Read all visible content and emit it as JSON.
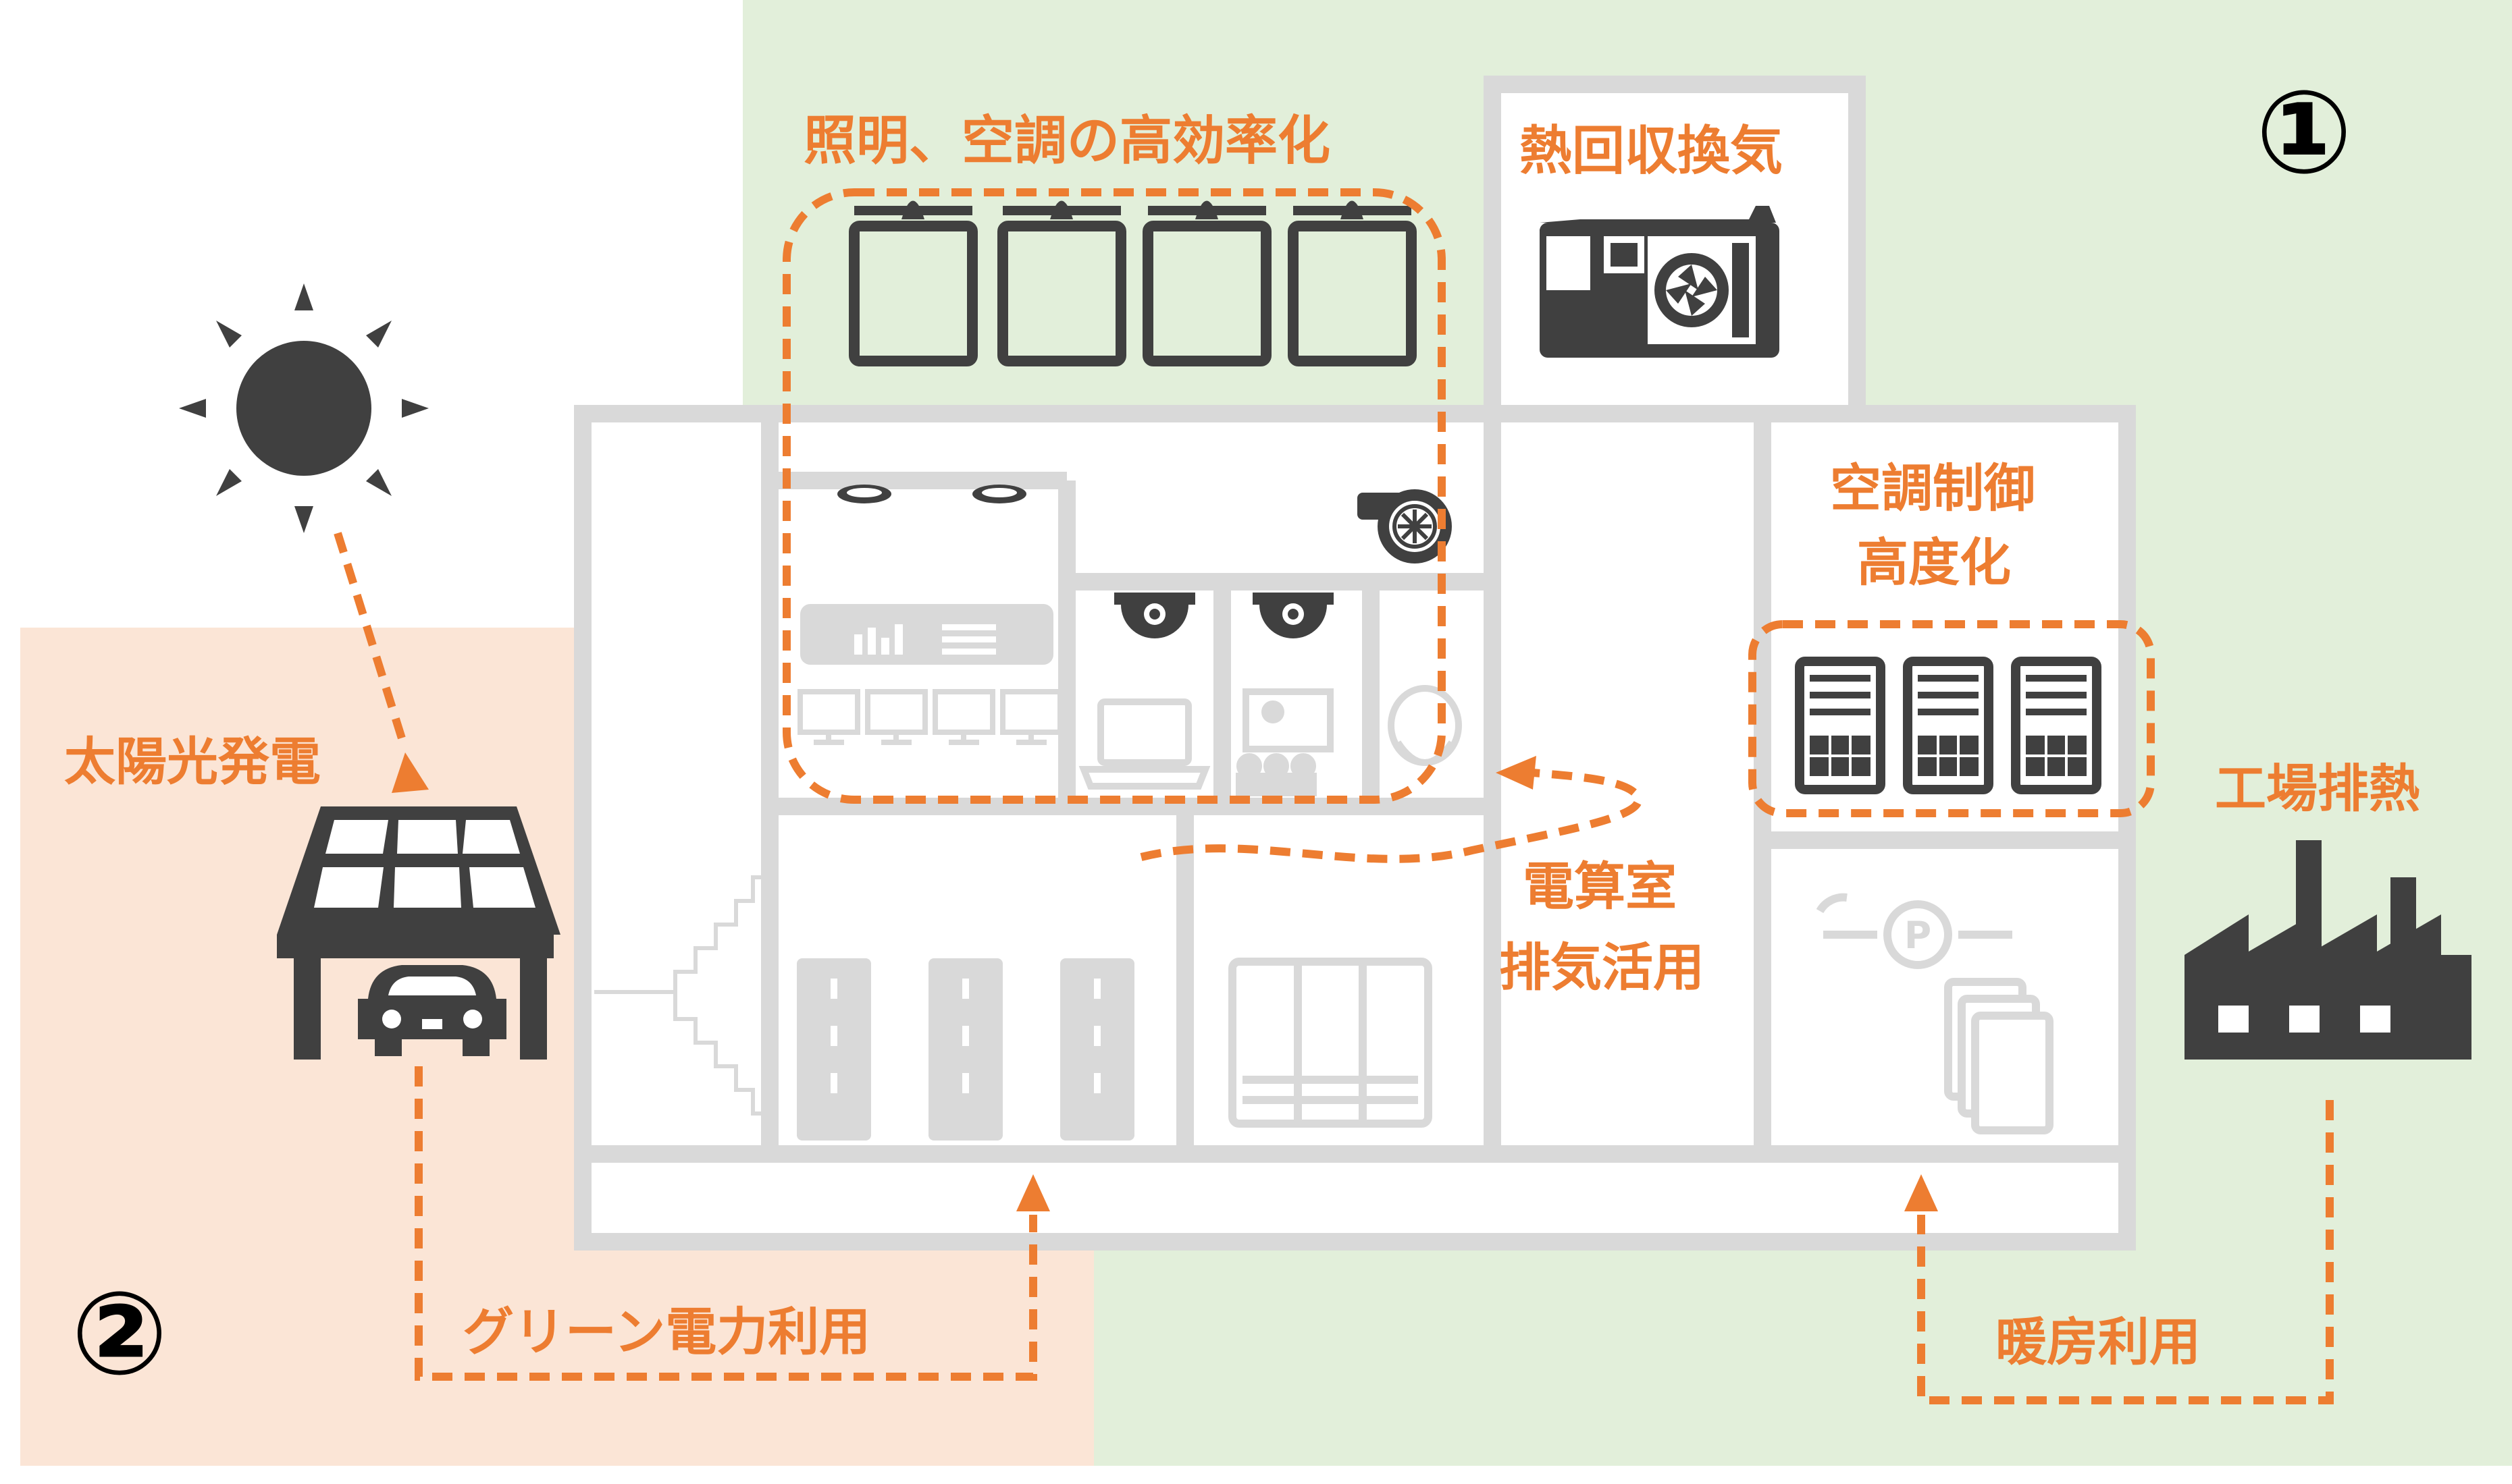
{
  "labels": {
    "lighting_hvac": "照明、空調の高効率化",
    "heat_recovery": "熱回収換気",
    "hvac_control_1": "空調制御",
    "hvac_control_2": "高度化",
    "solar": "太陽光発電",
    "factory_heat": "工場排熱",
    "computer_room_1": "電算室",
    "computer_room_2": "排気活用",
    "green_power": "グリーン電力利用",
    "heating": "暖房利用"
  },
  "markers": {
    "one": "①",
    "two": "②"
  },
  "colors": {
    "accent": "#ED7D31",
    "green_zone": "#E2EFDA",
    "orange_zone": "#FBE5D6",
    "icon_dark": "#404040",
    "building_gray": "#D9D9D9"
  },
  "icons": [
    "sun-icon",
    "solar-panel-icon",
    "car-icon",
    "factory-icon",
    "ventilator-icon",
    "server-rack-icon",
    "ceiling-light-icon",
    "fan-icon",
    "camera-icon",
    "laptop-icon",
    "monitor-icon",
    "heat-pump-icon",
    "elevator-icon",
    "stairs-icon"
  ]
}
